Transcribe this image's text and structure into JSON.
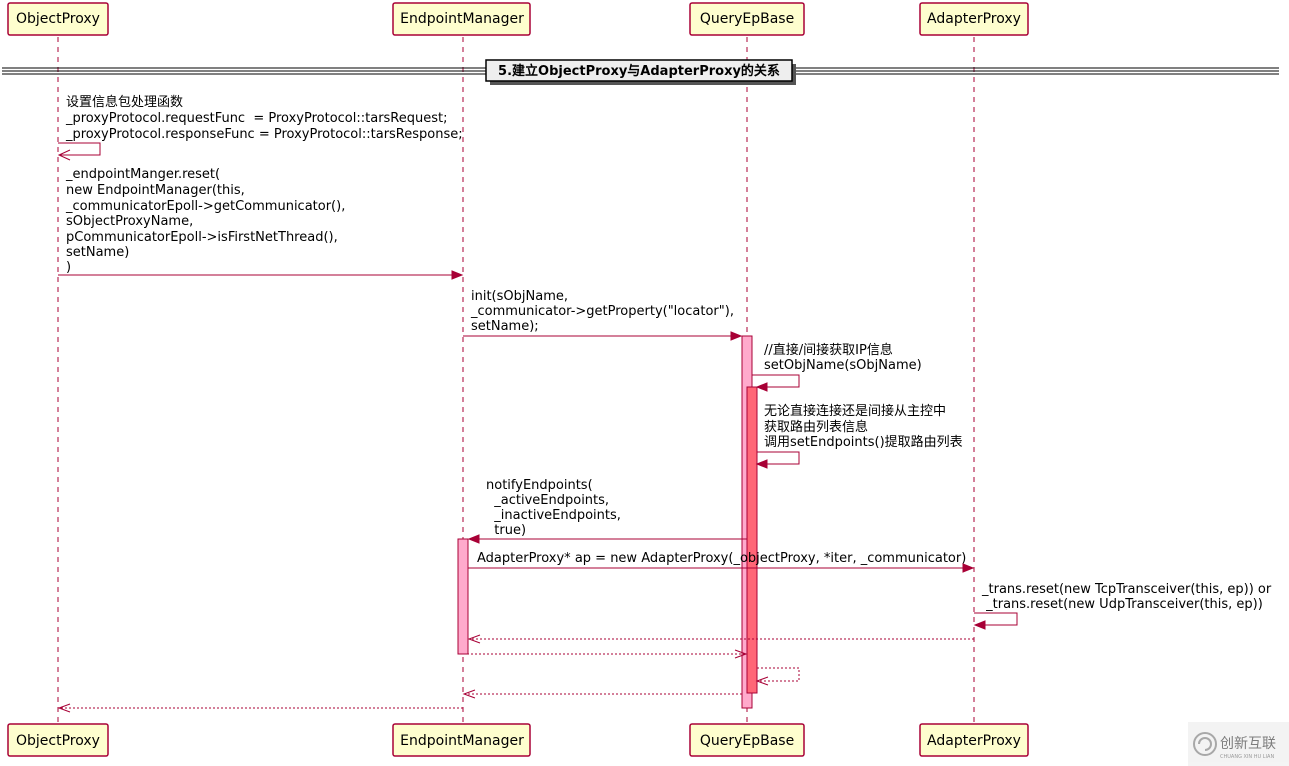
{
  "participants": [
    {
      "id": "objectproxy",
      "label": "ObjectProxy"
    },
    {
      "id": "endpointmanager",
      "label": "EndpointManager"
    },
    {
      "id": "queryepbase",
      "label": "QueryEpBase"
    },
    {
      "id": "adapterproxy",
      "label": "AdapterProxy"
    }
  ],
  "divider": {
    "label": "5.建立ObjectProxy与AdapterProxy的关系"
  },
  "messages": {
    "m1": [
      "设置信息包处理函数",
      "_proxyProtocol.requestFunc  = ProxyProtocol::tarsRequest;",
      "_proxyProtocol.responseFunc = ProxyProtocol::tarsResponse;"
    ],
    "m2": [
      "_endpointManger.reset(",
      "new EndpointManager(this,",
      "_communicatorEpoll->getCommunicator(),",
      "sObjectProxyName,",
      "pCommunicatorEpoll->isFirstNetThread(),",
      "setName)",
      ")"
    ],
    "m3": [
      "init(sObjName,",
      "_communicator->getProperty(\"locator\"),",
      "setName);"
    ],
    "m4": [
      "//直接/间接获取IP信息",
      "setObjName(sObjName)"
    ],
    "m5": [
      "无论直接连接还是间接从主控中",
      "获取路由列表信息",
      "调用setEndpoints()提取路由列表"
    ],
    "m6": [
      "notifyEndpoints(",
      "  _activeEndpoints,",
      "  _inactiveEndpoints,",
      "  true)"
    ],
    "m7": [
      "AdapterProxy* ap = new AdapterProxy(_objectProxy, *iter, _communicator)"
    ],
    "m8": [
      "_trans.reset(new TcpTransceiver(this, ep)) or",
      " _trans.reset(new UdpTransceiver(this, ep))"
    ]
  },
  "watermark": {
    "text": "创新互联",
    "sub": "CHUANG XIN HU LIAN"
  },
  "colors": {
    "border": "#A80036",
    "box_fill": "#FEFECE",
    "activation_light": "#FFAACC",
    "activation_dark": "#FF6677"
  }
}
